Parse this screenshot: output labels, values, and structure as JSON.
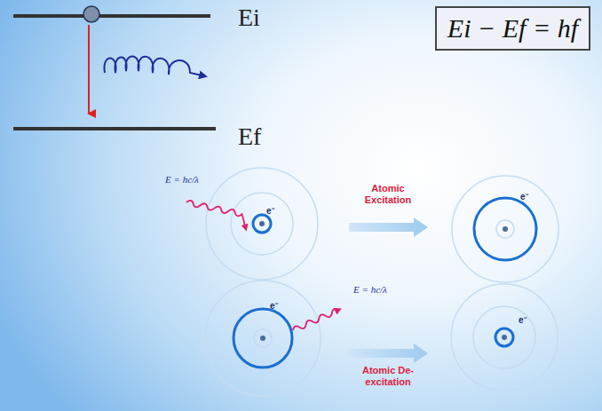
{
  "diagram": {
    "nodes": [
      {
        "text": [
          "Ei − Ef = hf"
        ]
      }
    ],
    "labels": [
      "Ei",
      "Ef",
      "E = hc/λ",
      "Atomic Excitation",
      "E = hc/λ",
      "Atomic De-excitation",
      "e⁻",
      "e⁻",
      "e⁻",
      "e⁻"
    ]
  }
}
